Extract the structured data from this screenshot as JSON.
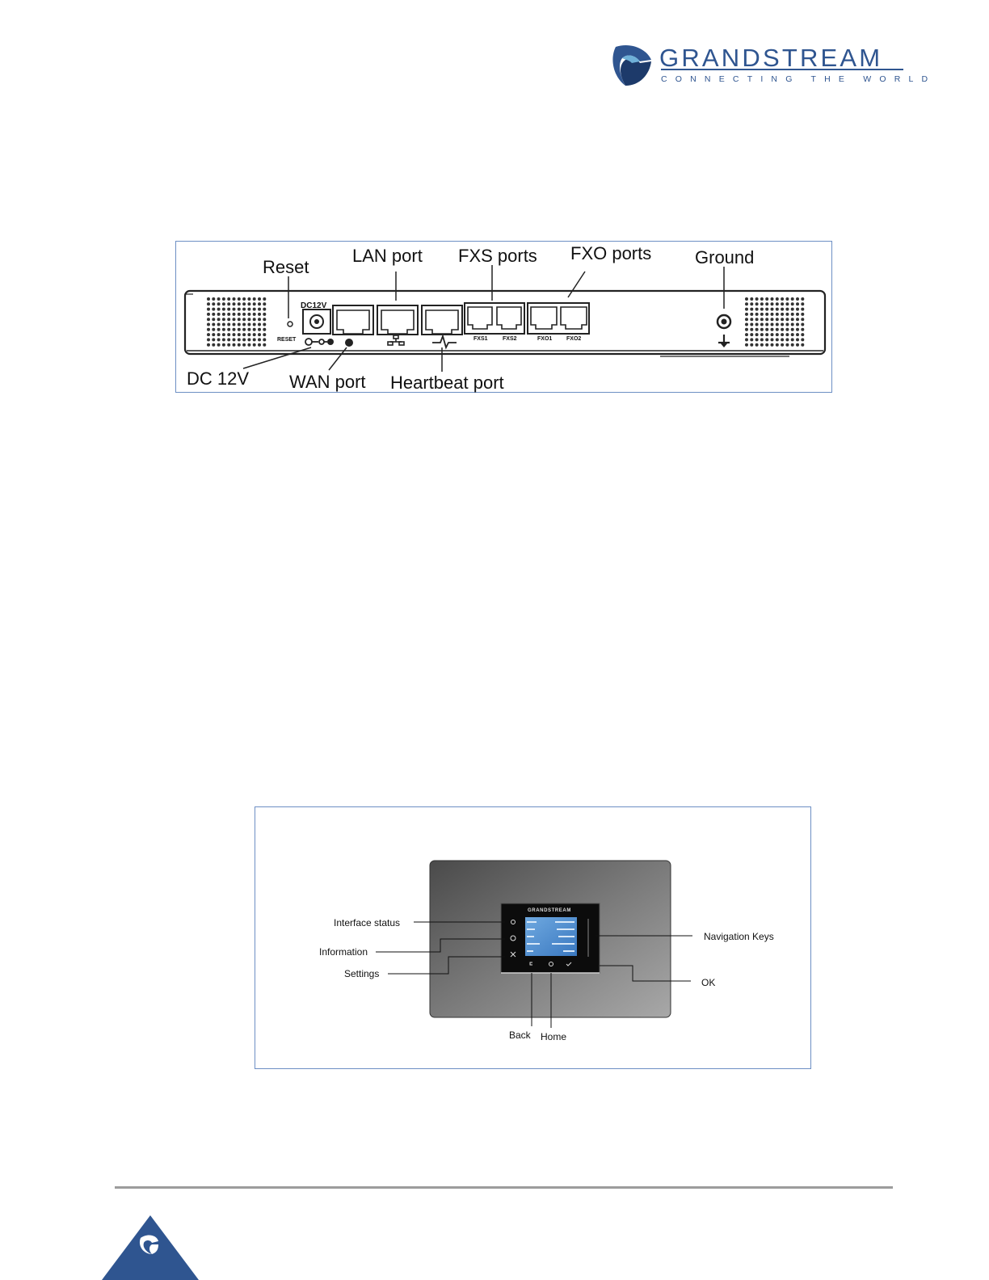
{
  "header": {
    "brand_name": "GRANDSTREAM",
    "tagline": "CONNECTING THE WORLD",
    "logo_icon": "grandstream-swirl-logo-icon",
    "brand_color": "#2f5590"
  },
  "figure_back_panel": {
    "labels": {
      "reset": "Reset",
      "lan_port": "LAN port",
      "fxs_ports": "FXS ports",
      "fxo_ports": "FXO ports",
      "ground": "Ground",
      "dc_12v": "DC 12V",
      "wan_port": "WAN port",
      "heartbeat_port": "Heartbeat port"
    },
    "device_markings": {
      "dc12v": "DC12V",
      "reset": "RESET",
      "fxs1": "FXS1",
      "fxs2": "FXS2",
      "fxo1": "FXO1",
      "fxo2": "FXO2"
    }
  },
  "figure_front_panel": {
    "labels": {
      "interface_status": "Interface status",
      "information": "Information",
      "settings": "Settings",
      "navigation_keys": "Navigation Keys",
      "ok": "OK",
      "back": "Back",
      "home": "Home"
    },
    "screen_brand": "GRANDSTREAM"
  },
  "footer": {
    "icon": "grandstream-triangle-logo-icon",
    "accent_color": "#2f5590"
  }
}
